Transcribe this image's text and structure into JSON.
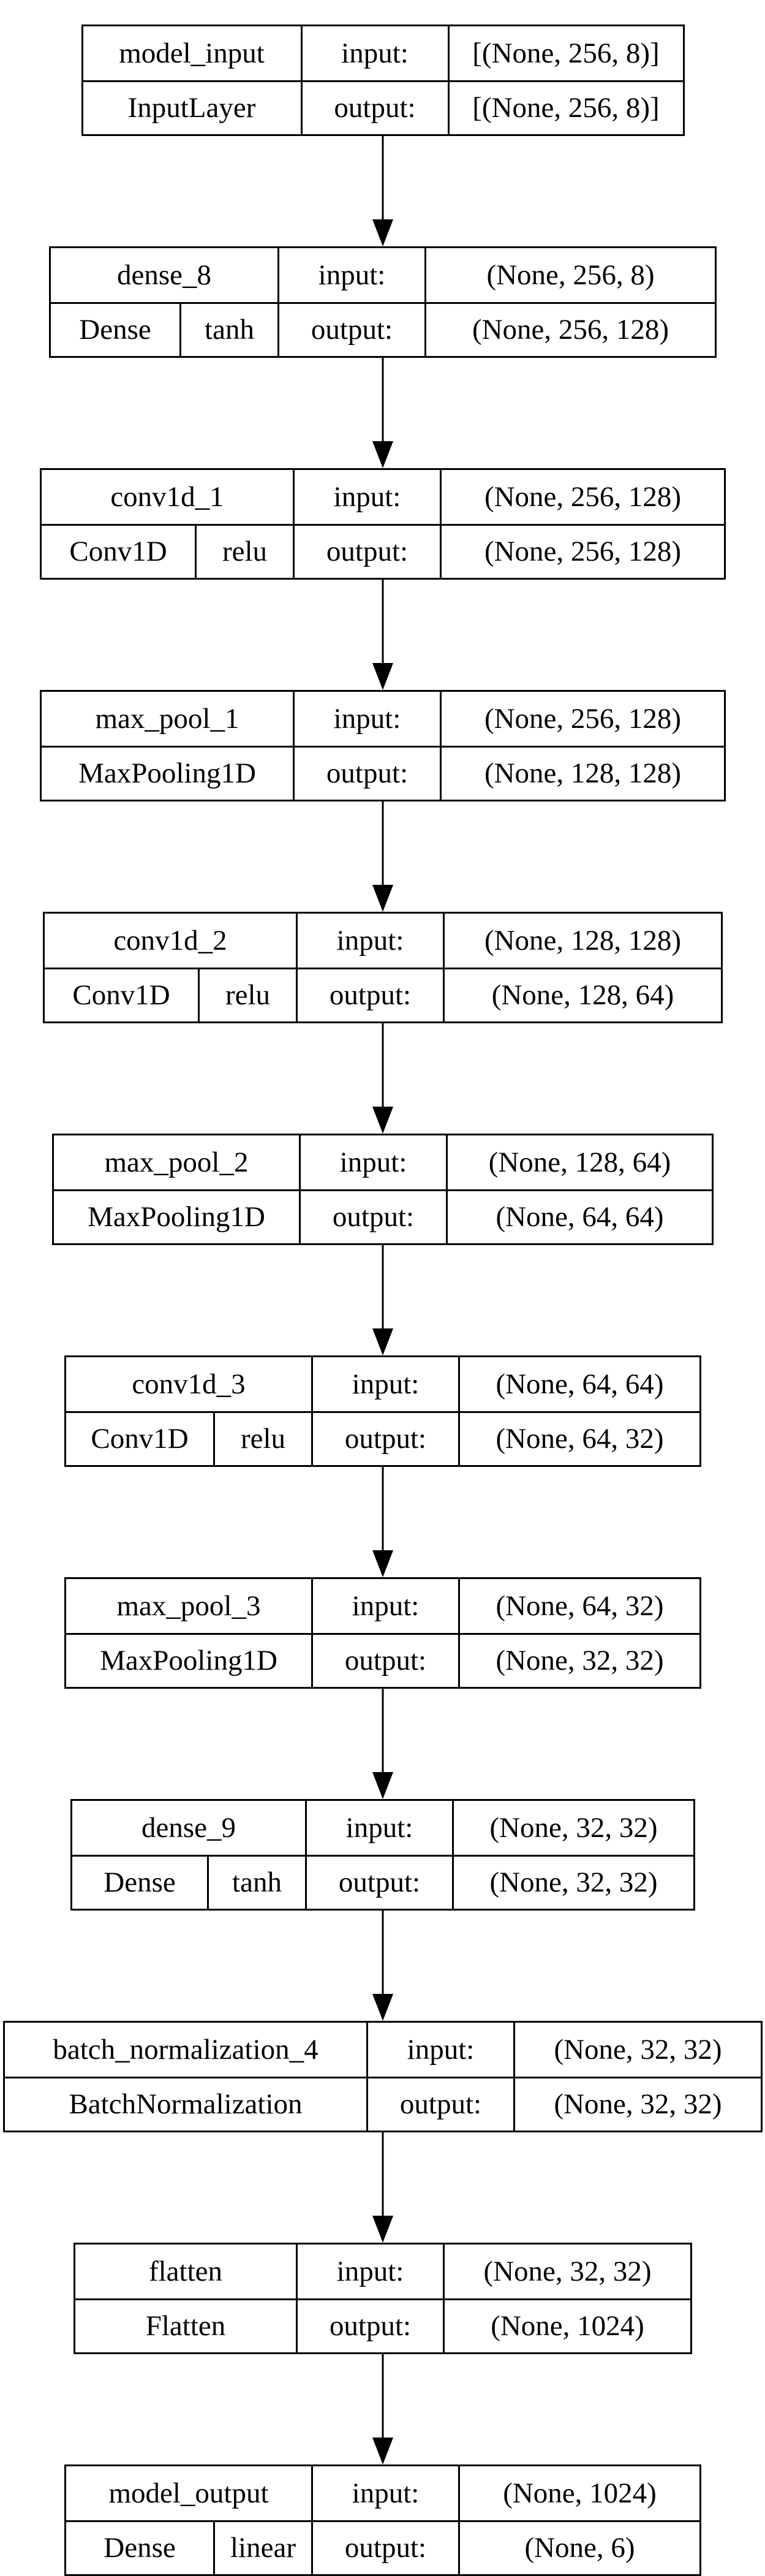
{
  "layers": [
    {
      "name": "model_input",
      "type": "InputLayer",
      "activation": "",
      "input_label": "input:",
      "output_label": "output:",
      "input_shape": "[(None, 256, 8)]",
      "output_shape": "[(None, 256, 8)]"
    },
    {
      "name": "dense_8",
      "type": "Dense",
      "activation": "tanh",
      "input_label": "input:",
      "output_label": "output:",
      "input_shape": "(None, 256, 8)",
      "output_shape": "(None, 256, 128)"
    },
    {
      "name": "conv1d_1",
      "type": "Conv1D",
      "activation": "relu",
      "input_label": "input:",
      "output_label": "output:",
      "input_shape": "(None, 256, 128)",
      "output_shape": "(None, 256, 128)"
    },
    {
      "name": "max_pool_1",
      "type": "MaxPooling1D",
      "activation": "",
      "input_label": "input:",
      "output_label": "output:",
      "input_shape": "(None, 256, 128)",
      "output_shape": "(None, 128, 128)"
    },
    {
      "name": "conv1d_2",
      "type": "Conv1D",
      "activation": "relu",
      "input_label": "input:",
      "output_label": "output:",
      "input_shape": "(None, 128, 128)",
      "output_shape": "(None, 128, 64)"
    },
    {
      "name": "max_pool_2",
      "type": "MaxPooling1D",
      "activation": "",
      "input_label": "input:",
      "output_label": "output:",
      "input_shape": "(None, 128, 64)",
      "output_shape": "(None, 64, 64)"
    },
    {
      "name": "conv1d_3",
      "type": "Conv1D",
      "activation": "relu",
      "input_label": "input:",
      "output_label": "output:",
      "input_shape": "(None, 64, 64)",
      "output_shape": "(None, 64, 32)"
    },
    {
      "name": "max_pool_3",
      "type": "MaxPooling1D",
      "activation": "",
      "input_label": "input:",
      "output_label": "output:",
      "input_shape": "(None, 64, 32)",
      "output_shape": "(None, 32, 32)"
    },
    {
      "name": "dense_9",
      "type": "Dense",
      "activation": "tanh",
      "input_label": "input:",
      "output_label": "output:",
      "input_shape": "(None, 32, 32)",
      "output_shape": "(None, 32, 32)"
    },
    {
      "name": "batch_normalization_4",
      "type": "BatchNormalization",
      "activation": "",
      "input_label": "input:",
      "output_label": "output:",
      "input_shape": "(None, 32, 32)",
      "output_shape": "(None, 32, 32)"
    },
    {
      "name": "flatten",
      "type": "Flatten",
      "activation": "",
      "input_label": "input:",
      "output_label": "output:",
      "input_shape": "(None, 32, 32)",
      "output_shape": "(None, 1024)"
    },
    {
      "name": "model_output",
      "type": "Dense",
      "activation": "linear",
      "input_label": "input:",
      "output_label": "output:",
      "input_shape": "(None, 1024)",
      "output_shape": "(None, 6)"
    }
  ],
  "edges": [
    [
      0,
      1
    ],
    [
      1,
      2
    ],
    [
      2,
      3
    ],
    [
      3,
      4
    ],
    [
      4,
      5
    ],
    [
      5,
      6
    ],
    [
      6,
      7
    ],
    [
      7,
      8
    ],
    [
      8,
      9
    ],
    [
      9,
      10
    ],
    [
      10,
      11
    ]
  ]
}
